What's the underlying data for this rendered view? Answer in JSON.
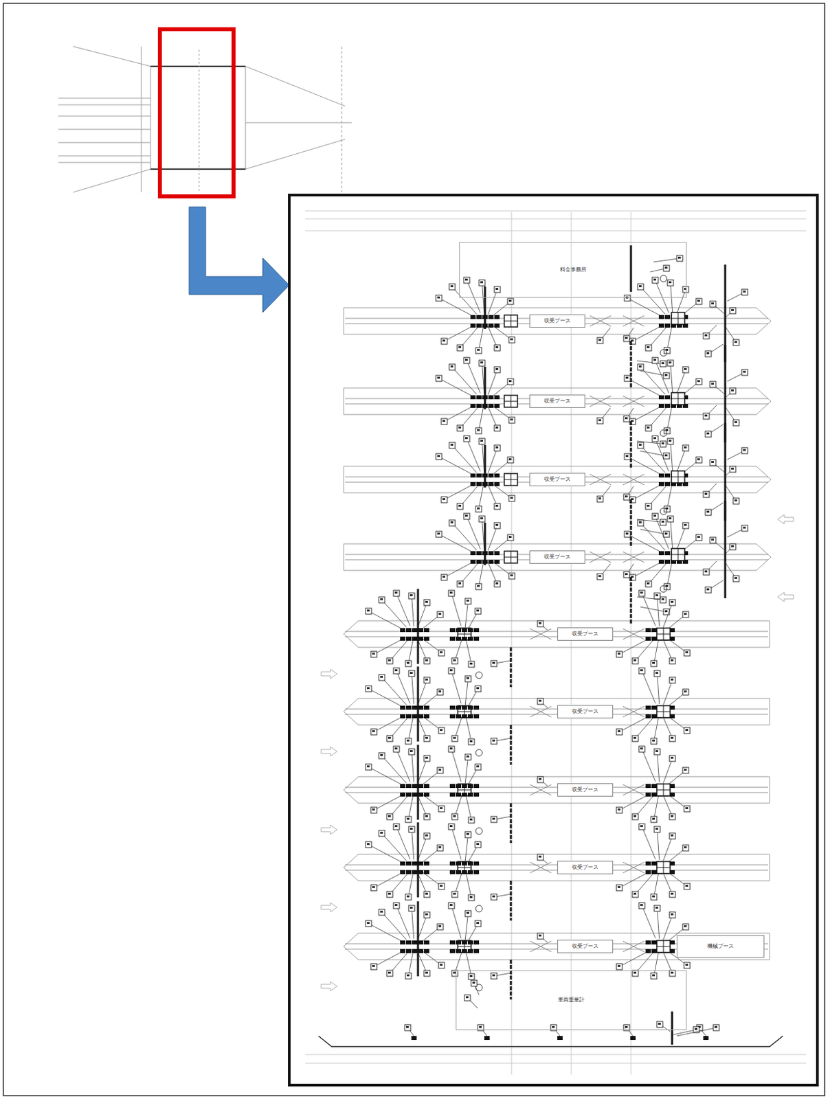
{
  "diagram": {
    "nodes": [
      {
        "text": [
          "料金事務所"
        ]
      },
      {
        "text": [
          "収受ブース"
        ]
      },
      {
        "text": [
          "収受ブース"
        ]
      },
      {
        "text": [
          "収受ブース"
        ]
      },
      {
        "text": [
          "収受ブース"
        ]
      },
      {
        "text": [
          "収受ブース"
        ]
      },
      {
        "text": [
          "収受ブース"
        ]
      },
      {
        "text": [
          "収受ブース"
        ]
      },
      {
        "text": [
          "収受ブース"
        ]
      },
      {
        "text": [
          "収受ブース"
        ]
      },
      {
        "text": [
          "機械ブース"
        ]
      },
      {
        "text": [
          "車両重量計"
        ]
      }
    ]
  }
}
